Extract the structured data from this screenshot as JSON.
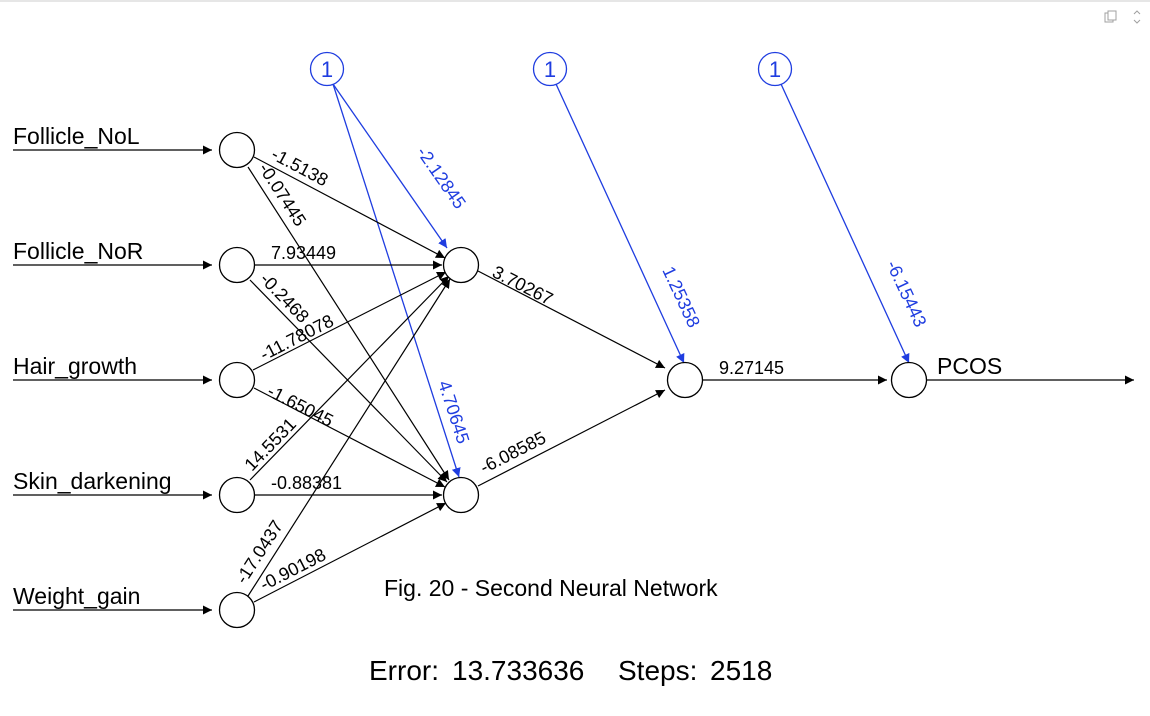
{
  "figure": {
    "caption": "Fig. 20 -  Second Neural Network",
    "error_label": "Error:",
    "error_value": "13.733636",
    "steps_label": "Steps:",
    "steps_value": "2518"
  },
  "toolbar": {
    "icons": [
      "copy-icon",
      "expand-icon"
    ]
  },
  "colors": {
    "weight": "#000000",
    "bias": "#1f3de0",
    "node_stroke": "#000000"
  },
  "network": {
    "inputs": [
      "Follicle_NoL",
      "Follicle_NoR",
      "Hair_growth",
      "Skin_darkening",
      "Weight_gain"
    ],
    "output": "PCOS",
    "bias_label": "1",
    "weights_input_to_hidden1": [
      "-1.5138",
      "7.93449",
      "-11.78078",
      "14.5531",
      "-17.0437"
    ],
    "weights_input_to_hidden2": [
      "-0.07445",
      "-0.2468",
      "-1.65045",
      "-0.88381",
      "-0.90198"
    ],
    "bias_hidden1": "-2.12845",
    "bias_hidden2": "4.70645",
    "weights_hidden_to_h3": [
      "3.70267",
      "-6.08585"
    ],
    "bias_h3": "1.25358",
    "weight_h3_to_output": "9.27145",
    "bias_output": "-6.15443"
  }
}
